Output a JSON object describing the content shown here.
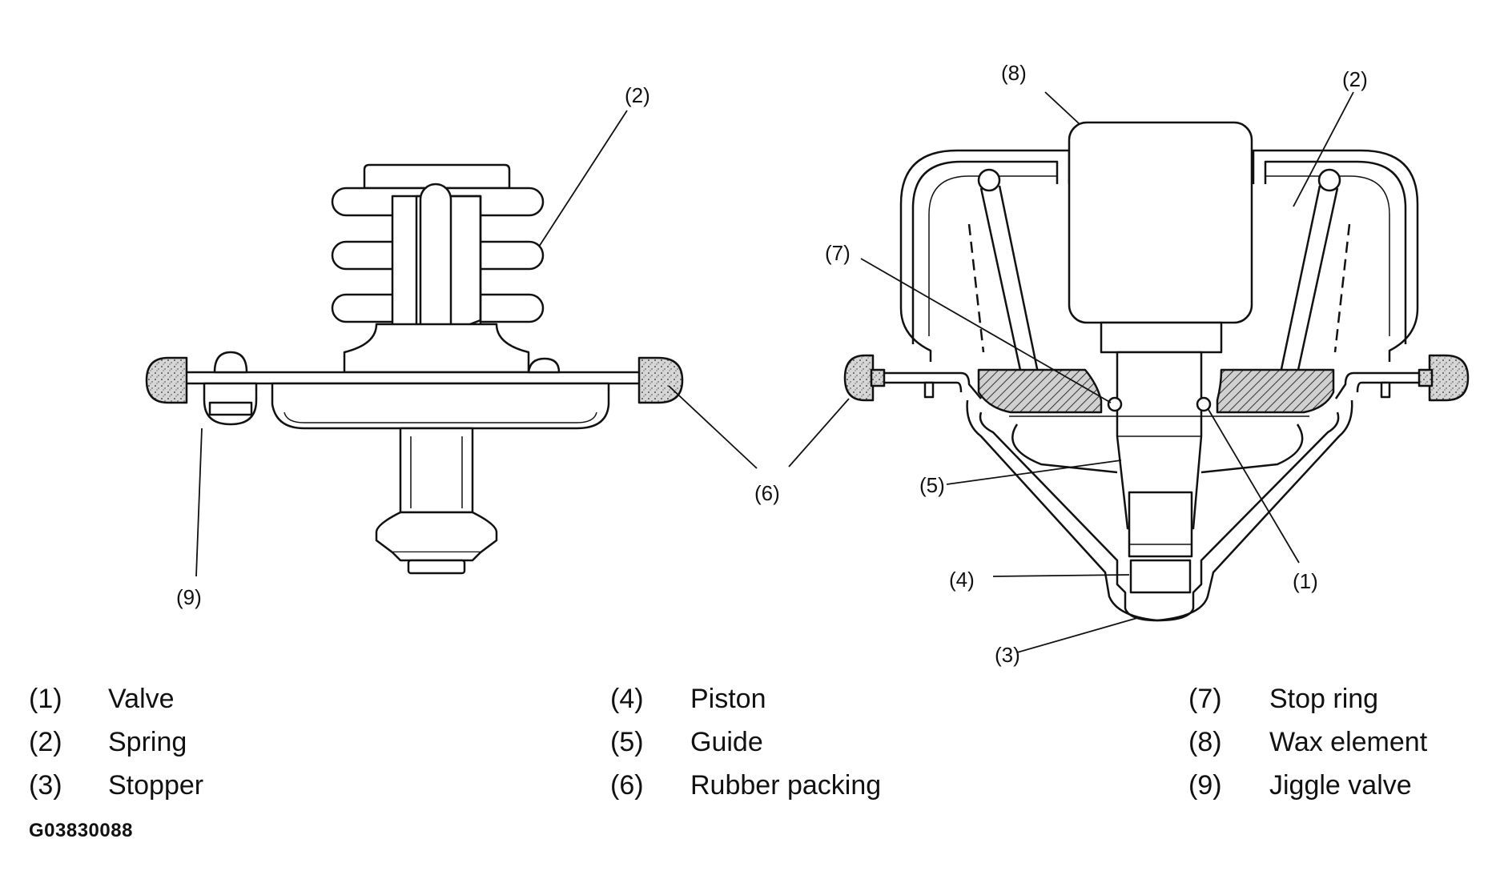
{
  "callouts": {
    "c1": "(1)",
    "c2": "(2)",
    "c3": "(3)",
    "c4": "(4)",
    "c5": "(5)",
    "c6": "(6)",
    "c7": "(7)",
    "c8": "(8)",
    "c9": "(9)"
  },
  "legend": [
    {
      "num": "(1)",
      "text": "Valve"
    },
    {
      "num": "(2)",
      "text": "Spring"
    },
    {
      "num": "(3)",
      "text": "Stopper"
    },
    {
      "num": "(4)",
      "text": "Piston"
    },
    {
      "num": "(5)",
      "text": "Guide"
    },
    {
      "num": "(6)",
      "text": "Rubber packing"
    },
    {
      "num": "(7)",
      "text": "Stop ring"
    },
    {
      "num": "(8)",
      "text": "Wax element"
    },
    {
      "num": "(9)",
      "text": "Jiggle valve"
    }
  ],
  "figure_code": "G03830088"
}
